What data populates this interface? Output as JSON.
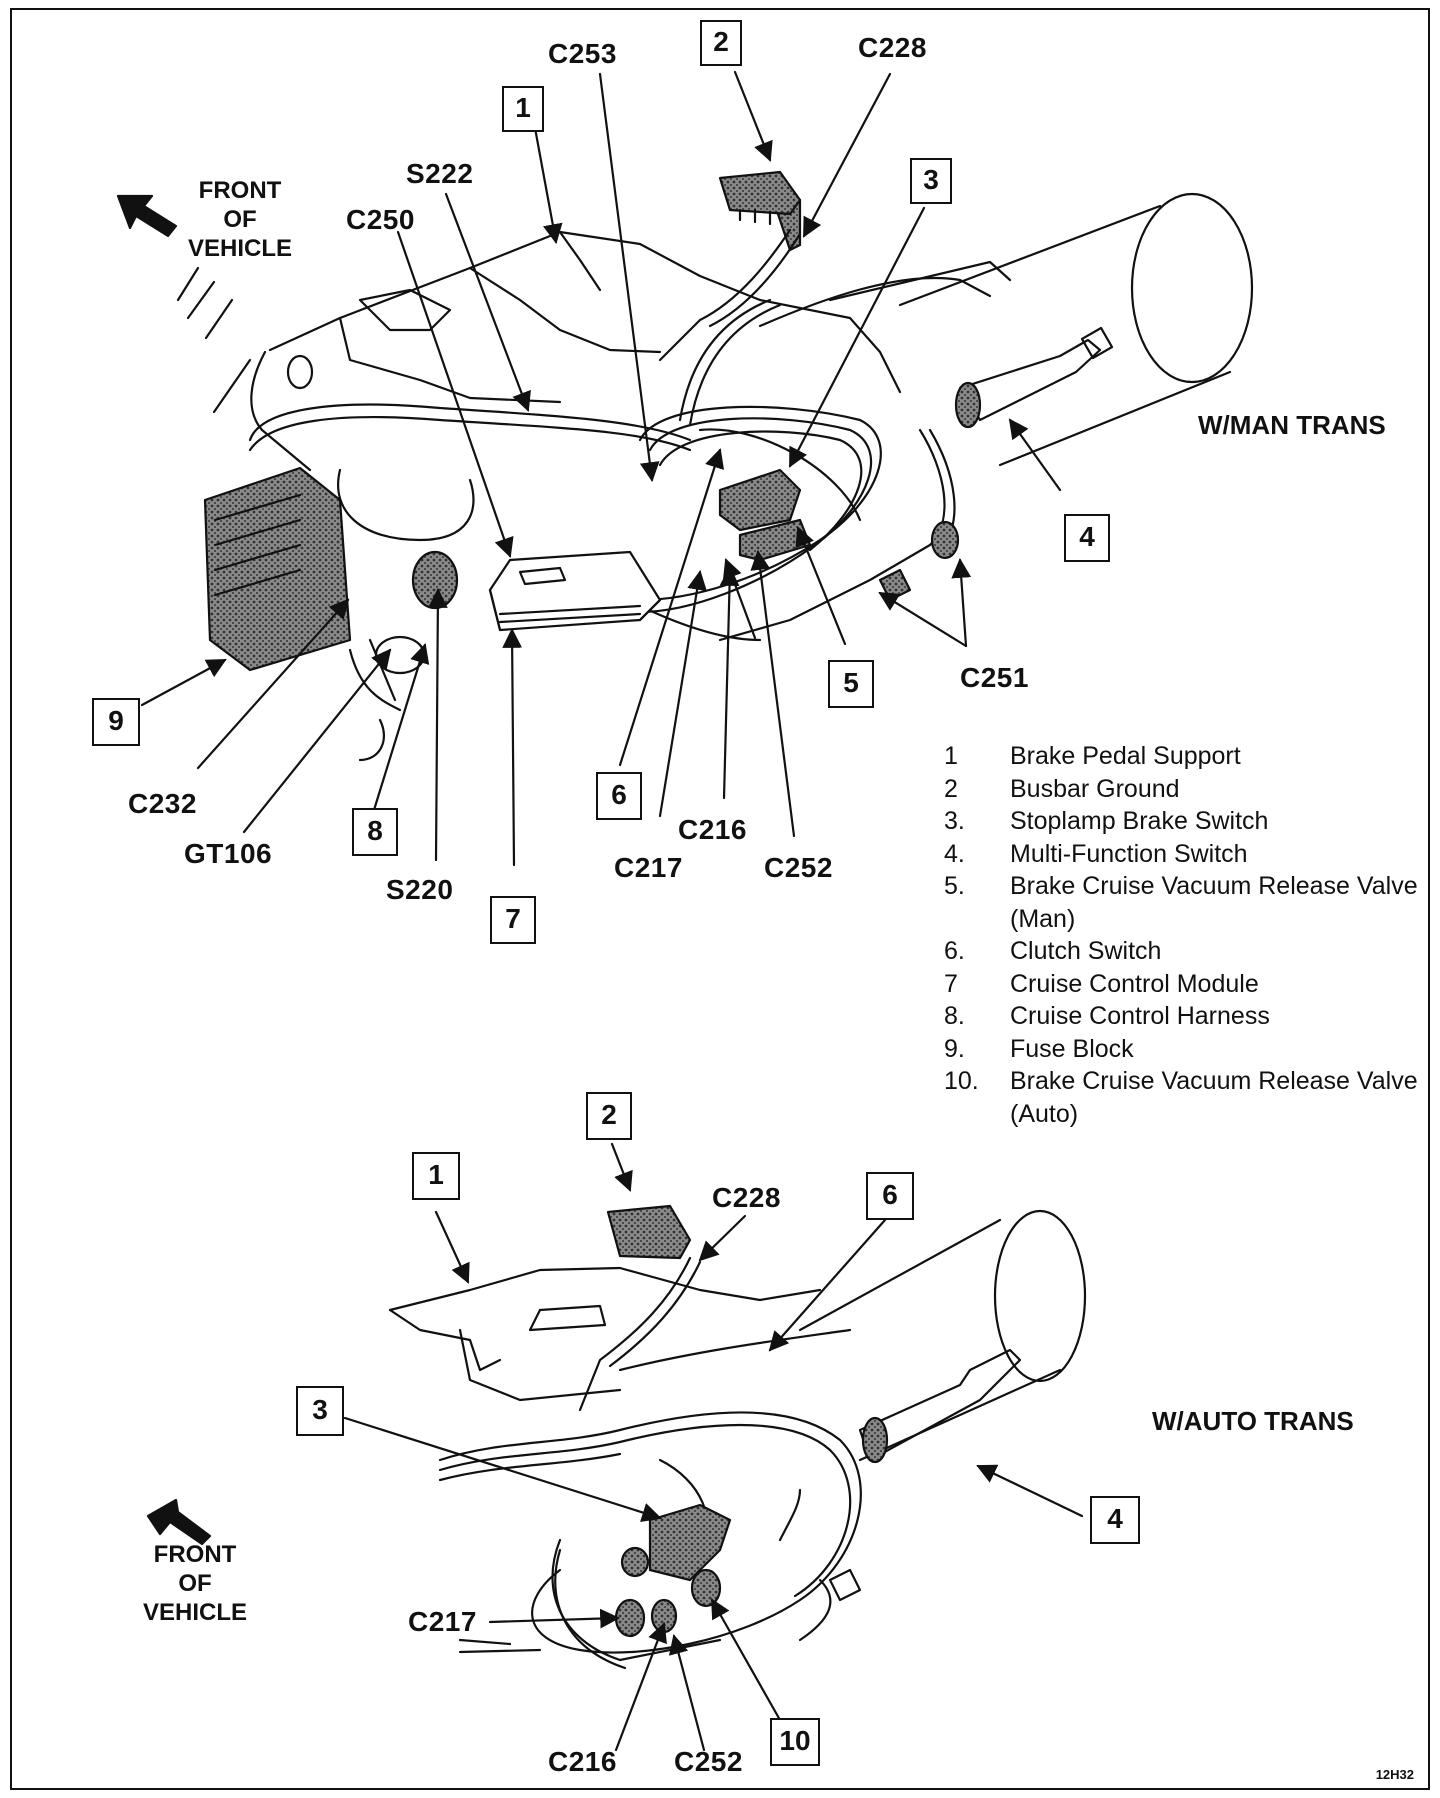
{
  "top_diagram": {
    "variant_label": "W/MAN TRANS",
    "front_label": [
      "FRONT",
      "OF",
      "VEHICLE"
    ],
    "connectors": [
      "C253",
      "C228",
      "S222",
      "C250",
      "C251",
      "C216",
      "C217",
      "C252",
      "C232",
      "GT106",
      "S220"
    ],
    "callouts": [
      "1",
      "2",
      "3",
      "4",
      "5",
      "6",
      "7",
      "8",
      "9"
    ]
  },
  "bottom_diagram": {
    "variant_label": "W/AUTO TRANS",
    "front_label": [
      "FRONT",
      "OF",
      "VEHICLE"
    ],
    "connectors": [
      "C228",
      "C217",
      "C216",
      "C252"
    ],
    "callouts": [
      "1",
      "2",
      "3",
      "4",
      "6",
      "10"
    ]
  },
  "legend": [
    {
      "num": "1",
      "text": "Brake Pedal Support"
    },
    {
      "num": "2",
      "text": "Busbar Ground"
    },
    {
      "num": "3.",
      "text": "Stoplamp Brake Switch"
    },
    {
      "num": "4.",
      "text": "Multi-Function Switch"
    },
    {
      "num": "5.",
      "text": "Brake Cruise Vacuum Release Valve (Man)"
    },
    {
      "num": "6.",
      "text": "Clutch Switch"
    },
    {
      "num": "7",
      "text": "Cruise Control Module"
    },
    {
      "num": "8.",
      "text": "Cruise Control Harness"
    },
    {
      "num": "9.",
      "text": "Fuse Block"
    },
    {
      "num": "10.",
      "text": "Brake Cruise Vacuum Release Valve (Auto)"
    }
  ],
  "figure_ref": "12H32",
  "colors": {
    "ink": "#111111",
    "paper": "#ffffff",
    "shade": "#6b6b6b"
  }
}
